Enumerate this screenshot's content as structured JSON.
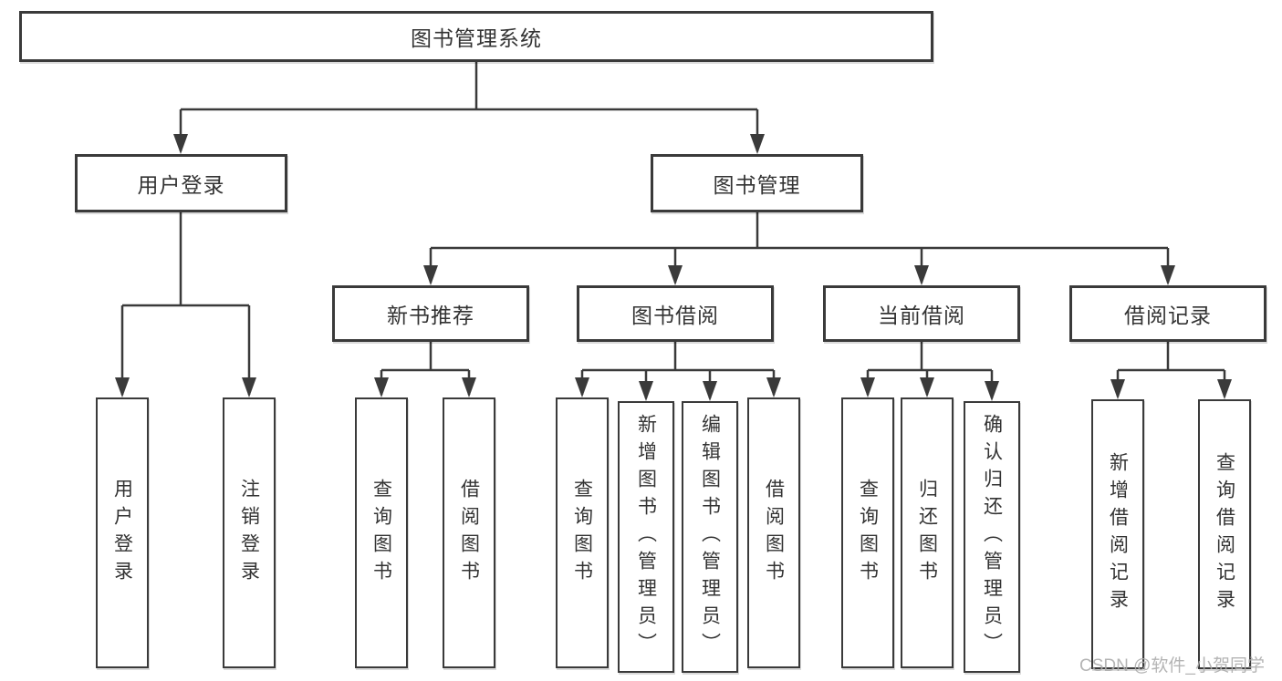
{
  "tree": {
    "root": {
      "label": "图书管理系统"
    },
    "level2": [
      {
        "label": "用户登录"
      },
      {
        "label": "图书管理"
      }
    ],
    "level3": [
      {
        "label": "新书推荐"
      },
      {
        "label": "图书借阅"
      },
      {
        "label": "当前借阅"
      },
      {
        "label": "借阅记录"
      }
    ],
    "leaves": [
      {
        "label": "用户登录",
        "parent": "用户登录"
      },
      {
        "label": "注销登录",
        "parent": "用户登录"
      },
      {
        "label": "查询图书",
        "parent": "新书推荐"
      },
      {
        "label": "借阅图书",
        "parent": "新书推荐"
      },
      {
        "label": "查询图书",
        "parent": "图书借阅"
      },
      {
        "label": "新增图书（管理员）",
        "parent": "图书借阅"
      },
      {
        "label": "编辑图书（管理员）",
        "parent": "图书借阅"
      },
      {
        "label": "借阅图书",
        "parent": "图书借阅"
      },
      {
        "label": "查询图书",
        "parent": "当前借阅"
      },
      {
        "label": "归还图书",
        "parent": "当前借阅"
      },
      {
        "label": "确认归还（管理员）",
        "parent": "当前借阅"
      },
      {
        "label": "新增借阅记录",
        "parent": "借阅记录"
      },
      {
        "label": "查询借阅记录",
        "parent": "借阅记录"
      }
    ]
  },
  "watermark": {
    "text": "CSDN @软件_小贺同学"
  },
  "colors": {
    "line": "#3a3a3a",
    "box_border": "#3a3a3a",
    "text": "#333333",
    "watermark": "#acacac",
    "background": "#ffffff"
  }
}
